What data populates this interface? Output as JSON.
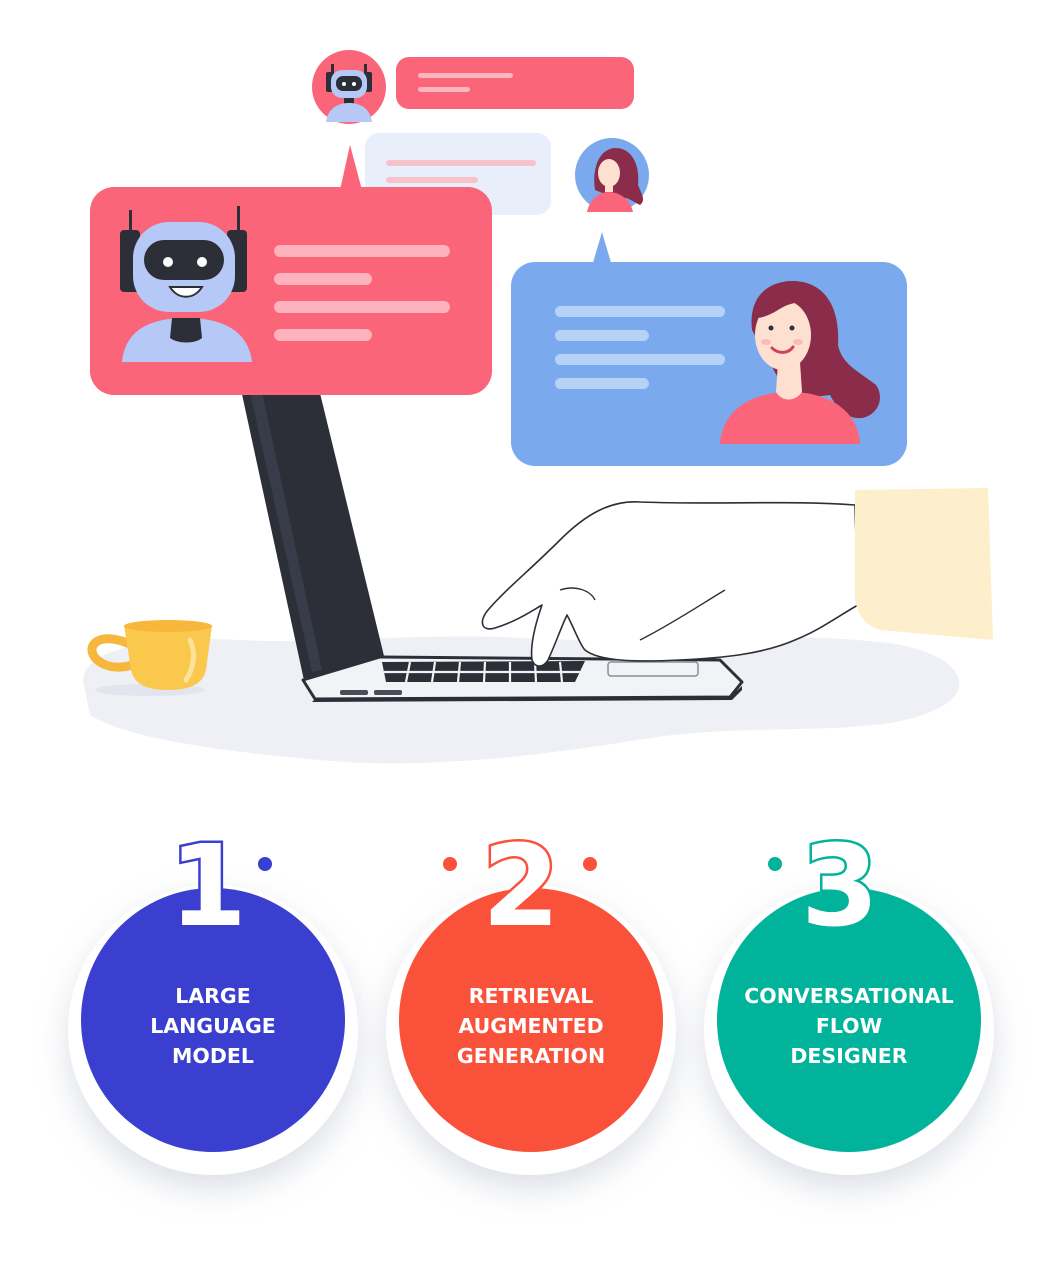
{
  "steps": [
    {
      "number": "1",
      "lines": [
        "LARGE",
        "LANGUAGE",
        "MODEL"
      ],
      "color": "#3b3fd0"
    },
    {
      "number": "2",
      "lines": [
        "RETRIEVAL",
        "AUGMENTED",
        "GENERATION"
      ],
      "color": "#fa523a"
    },
    {
      "number": "3",
      "lines": [
        "CONVERSATIONAL",
        "FLOW",
        "DESIGNER"
      ],
      "color": "#00b39a"
    }
  ],
  "colors": {
    "bot_bubble": "#fb6579",
    "user_bubble": "#7aaaed",
    "light_bubble": "#e8eefa",
    "laptop": "#2d2f38",
    "cup": "#fbc84e",
    "sleeve": "#fdefcc"
  },
  "icons": [
    "robot-icon",
    "woman-avatar-icon",
    "coffee-cup-icon",
    "laptop-icon",
    "hand-icon"
  ]
}
